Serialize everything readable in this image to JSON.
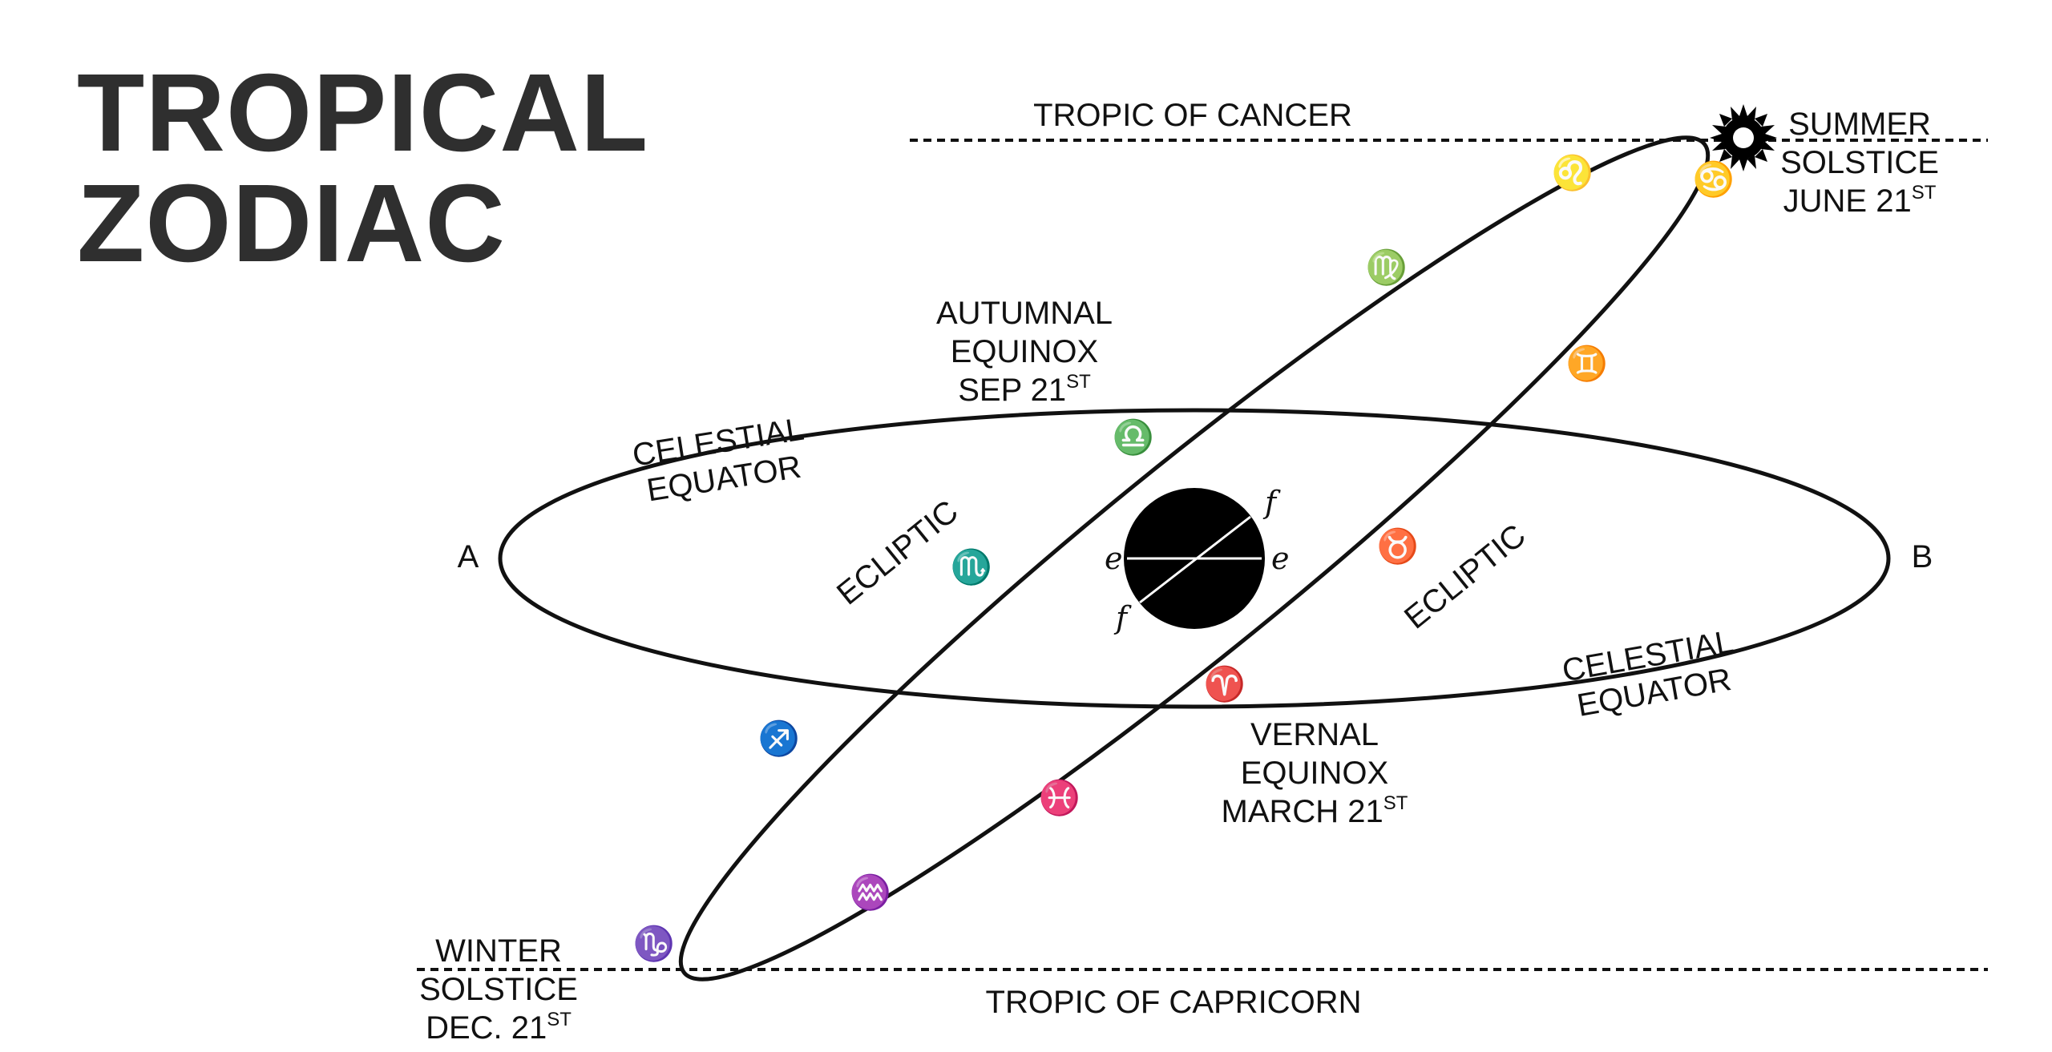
{
  "title": {
    "line1": "TROPICAL",
    "line2": "ZODIAC"
  },
  "labels": {
    "tropic_cancer": "TROPIC OF CANCER",
    "tropic_capricorn": "TROPIC OF CAPRICORN",
    "summer_solstice": [
      "SUMMER",
      "SOLSTICE",
      "JUNE 21",
      "ST"
    ],
    "winter_solstice": [
      "WINTER",
      "SOLSTICE",
      "DEC. 21",
      "ST"
    ],
    "autumnal_equinox": [
      "AUTUMNAL",
      "EQUINOX",
      "SEP 21",
      "ST"
    ],
    "vernal_equinox": [
      "VERNAL",
      "EQUINOX",
      "MARCH 21",
      "ST"
    ],
    "celestial_equator": [
      "CELESTIAL",
      "EQUATOR"
    ],
    "ecliptic": "ECLIPTIC",
    "point_a": "A",
    "point_b": "B",
    "axis_e": "e",
    "axis_f": "f"
  },
  "zodiac_signs": [
    {
      "name": "aries",
      "glyph": "♈"
    },
    {
      "name": "taurus",
      "glyph": "♉"
    },
    {
      "name": "gemini",
      "glyph": "♊"
    },
    {
      "name": "cancer",
      "glyph": "♋"
    },
    {
      "name": "leo",
      "glyph": "♌"
    },
    {
      "name": "virgo",
      "glyph": "♍"
    },
    {
      "name": "libra",
      "glyph": "♎"
    },
    {
      "name": "scorpio",
      "glyph": "♏"
    },
    {
      "name": "sagittarius",
      "glyph": "♐"
    },
    {
      "name": "capricorn",
      "glyph": "♑"
    },
    {
      "name": "aquarius",
      "glyph": "♒"
    },
    {
      "name": "pisces",
      "glyph": "♓"
    }
  ]
}
